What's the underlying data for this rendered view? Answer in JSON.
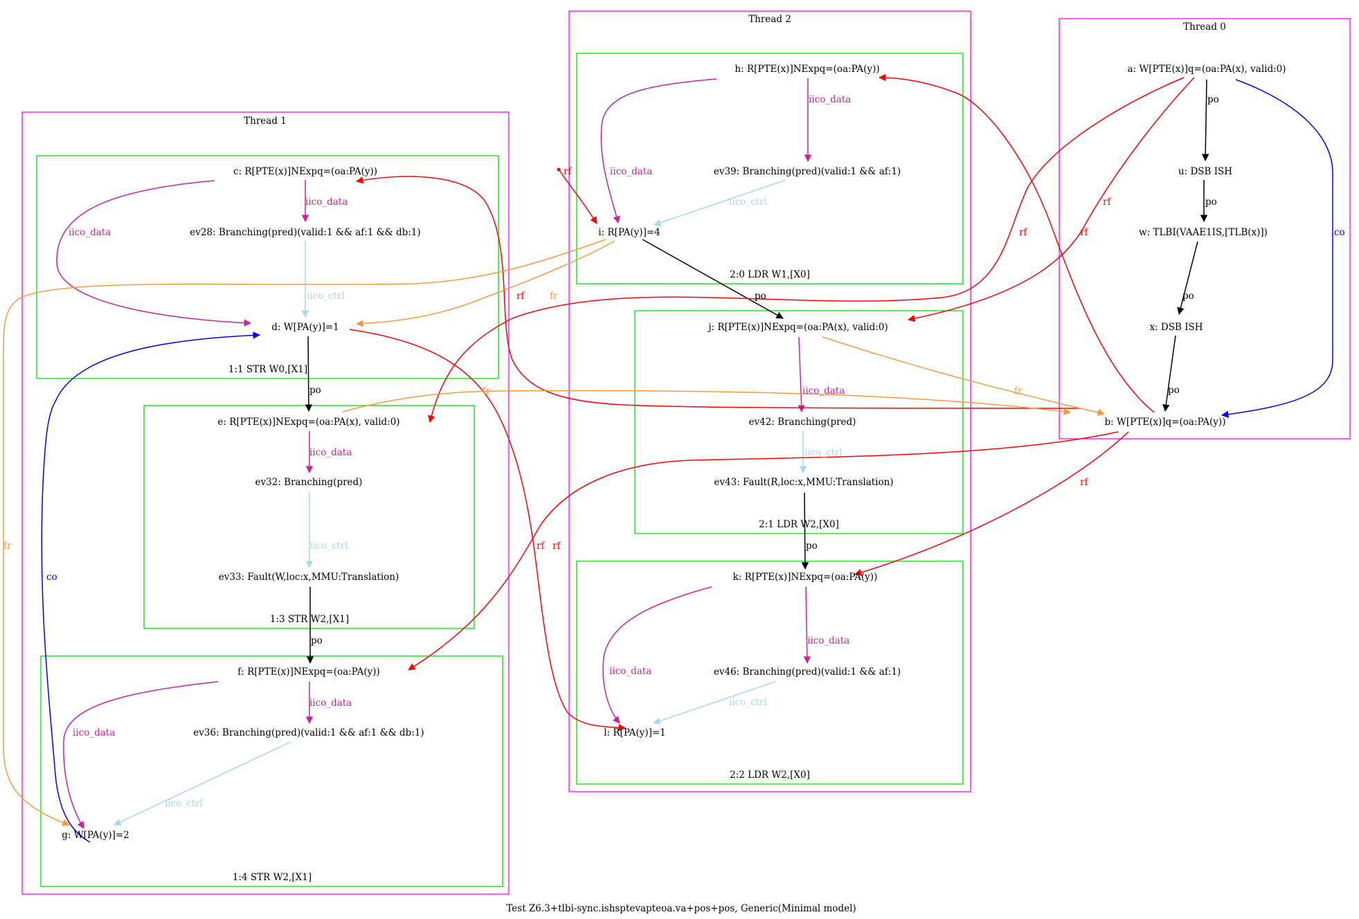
{
  "caption": "Test Z6.3+tlbi-sync.ishsptevapteoa.va+pos+pos, Generic(Minimal model)",
  "colors": {
    "thread_box": "#ff00ff",
    "instr_box": "#00dd00",
    "po": "#000000",
    "rf": "#ff0000",
    "co": "#0000ff",
    "fr": "#f79a3e",
    "iico_data": "#cc2299",
    "iico_ctrl": "#a8d8e6"
  },
  "edge_labels": {
    "po": "po",
    "rf": "rf",
    "co": "co",
    "fr": "fr",
    "iico_data": "iico_data",
    "iico_ctrl": "iico_ctrl"
  },
  "threads": {
    "t0": {
      "label": "Thread 0"
    },
    "t1": {
      "label": "Thread 1"
    },
    "t2": {
      "label": "Thread 2"
    }
  },
  "instructions": {
    "t1_i1": "1:1 STR W0,[X1]",
    "t1_i3": "1:3 STR W2,[X1]",
    "t1_i4": "1:4 STR W2,[X1]",
    "t2_i0": "2:0 LDR W1,[X0]",
    "t2_i1": "2:1 LDR W2,[X0]",
    "t2_i2": "2:2 LDR W2,[X0]"
  },
  "nodes": {
    "a": "a: W[PTE(x)]q=(oa:PA(x), valid:0)",
    "u": "u: DSB ISH",
    "w": "w: TLBI(VAAE1IS,[TLB(x)])",
    "x": "x: DSB ISH",
    "b": "b: W[PTE(x)]q=(oa:PA(y))",
    "c": "c: R[PTE(x)]NExpq=(oa:PA(y))",
    "ev28": "ev28: Branching(pred)(valid:1 && af:1 && db:1)",
    "d": "d: W[PA(y)]=1",
    "e": "e: R[PTE(x)]NExpq=(oa:PA(x), valid:0)",
    "ev32": "ev32: Branching(pred)",
    "ev33": "ev33: Fault(W,loc:x,MMU:Translation)",
    "f": "f: R[PTE(x)]NExpq=(oa:PA(y))",
    "ev36": "ev36: Branching(pred)(valid:1 && af:1 && db:1)",
    "g": "g: W[PA(y)]=2",
    "h": "h: R[PTE(x)]NExpq=(oa:PA(y))",
    "ev39": "ev39: Branching(pred)(valid:1 && af:1)",
    "i": "i: R[PA(y)]=4",
    "j": "j: R[PTE(x)]NExpq=(oa:PA(x), valid:0)",
    "ev42": "ev42: Branching(pred)",
    "ev43": "ev43: Fault(R,loc:x,MMU:Translation)",
    "k": "k: R[PTE(x)]NExpq=(oa:PA(y))",
    "ev46": "ev46: Branching(pred)(valid:1 && af:1)",
    "l": "l: R[PA(y)]=1"
  }
}
